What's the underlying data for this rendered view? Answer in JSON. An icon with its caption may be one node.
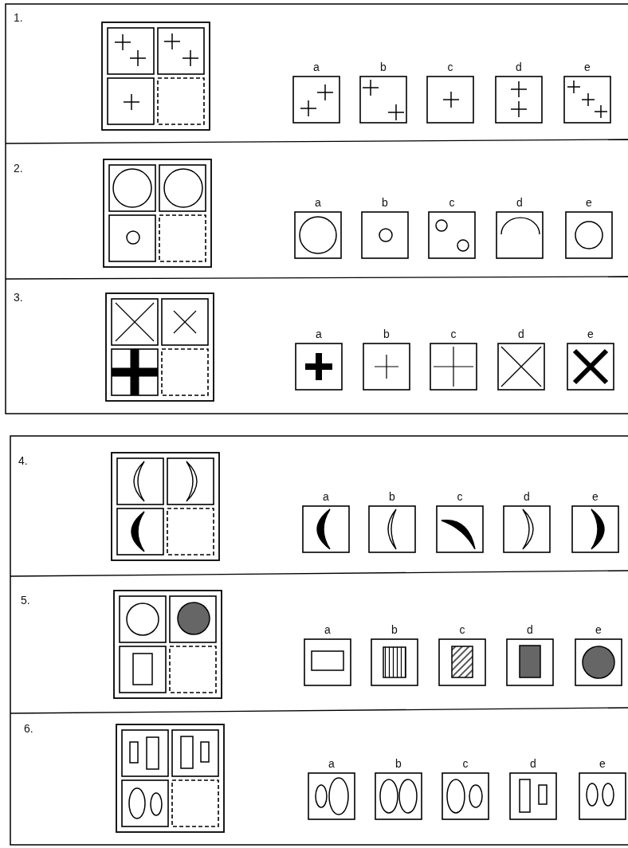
{
  "diagram": {
    "labels": [
      "1.",
      "a",
      "b",
      "c",
      "d",
      "e",
      "2.",
      "a",
      "b",
      "c",
      "d",
      "e",
      "3.",
      "a",
      "b",
      "c",
      "d",
      "e",
      "4.",
      "a",
      "b",
      "c",
      "d",
      "e",
      "5.",
      "a",
      "b",
      "c",
      "d",
      "e",
      "6.",
      "a",
      "b",
      "c",
      "d",
      "e"
    ]
  }
}
